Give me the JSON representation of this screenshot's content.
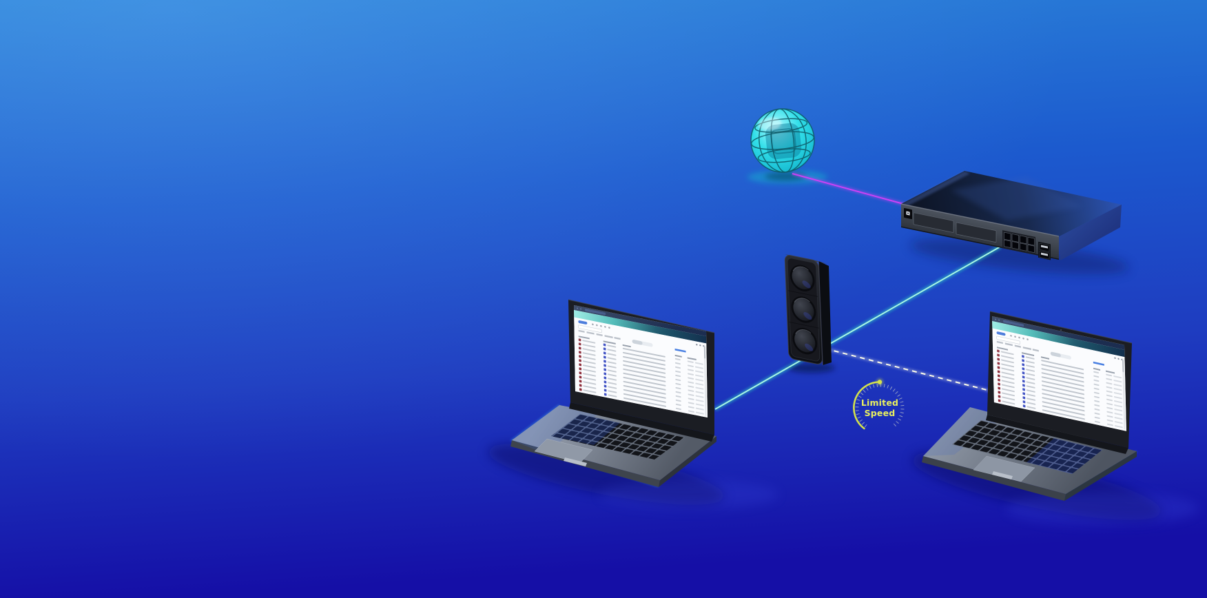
{
  "background": {
    "top": "#2b83d9",
    "upper_mid": "#1c5ace",
    "lower_mid": "#1e3cc0",
    "bottom": "#150fa6"
  },
  "globe": {
    "fill": "#33dfe9",
    "wire": "#0d5764",
    "glow": "#18cfd4"
  },
  "links": {
    "wan": {
      "color": "#cb42f5"
    },
    "full_speed": {
      "color": "#a8f7e4",
      "glow": "#2ee8c8"
    },
    "limited_speed": {
      "color": "#fdfce8"
    }
  },
  "gateway": {
    "rj45_ports": 8,
    "sfp_ports": 2,
    "drive_bays": 2
  },
  "traffic_light": {
    "lenses": 3
  },
  "gauge": {
    "line1": "Limited",
    "line2": "Speed",
    "text_color": "#e7ee5f",
    "arc_color": "#d4e24b",
    "tick_color": "#f0f3d2"
  },
  "laptops": {
    "count": 2,
    "screen_rows": 13
  }
}
